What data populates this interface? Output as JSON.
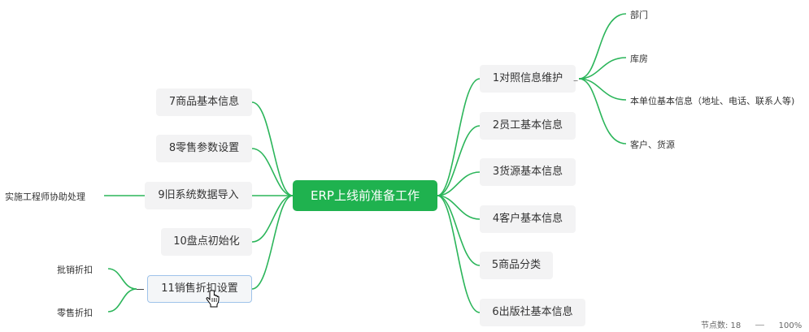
{
  "root": {
    "label": "ERP上线前准备工作"
  },
  "right": [
    {
      "label": "1对照信息维护"
    },
    {
      "label": "2员工基本信息"
    },
    {
      "label": "3货源基本信息"
    },
    {
      "label": "4客户基本信息"
    },
    {
      "label": "5商品分类"
    },
    {
      "label": "6出版社基本信息"
    }
  ],
  "right_children": [
    "部门",
    "库房",
    "本单位基本信息（地址、电话、联系人等)",
    "客户、货源"
  ],
  "left": [
    {
      "label": "7商品基本信息"
    },
    {
      "label": "8零售参数设置"
    },
    {
      "label": "9旧系统数据导入"
    },
    {
      "label": "10盘点初始化"
    },
    {
      "label": "11销售折扣设置"
    }
  ],
  "left_children": {
    "import_note": "实施工程师协助处理",
    "discount": [
      "批销折扣",
      "零售折扣"
    ]
  },
  "status": {
    "node_count": "节点数: 18",
    "zoom_out": "—",
    "zoom": "100%",
    "zoom_in": "+"
  },
  "colors": {
    "accent": "#1fb24f",
    "line": "#2bb55a"
  }
}
